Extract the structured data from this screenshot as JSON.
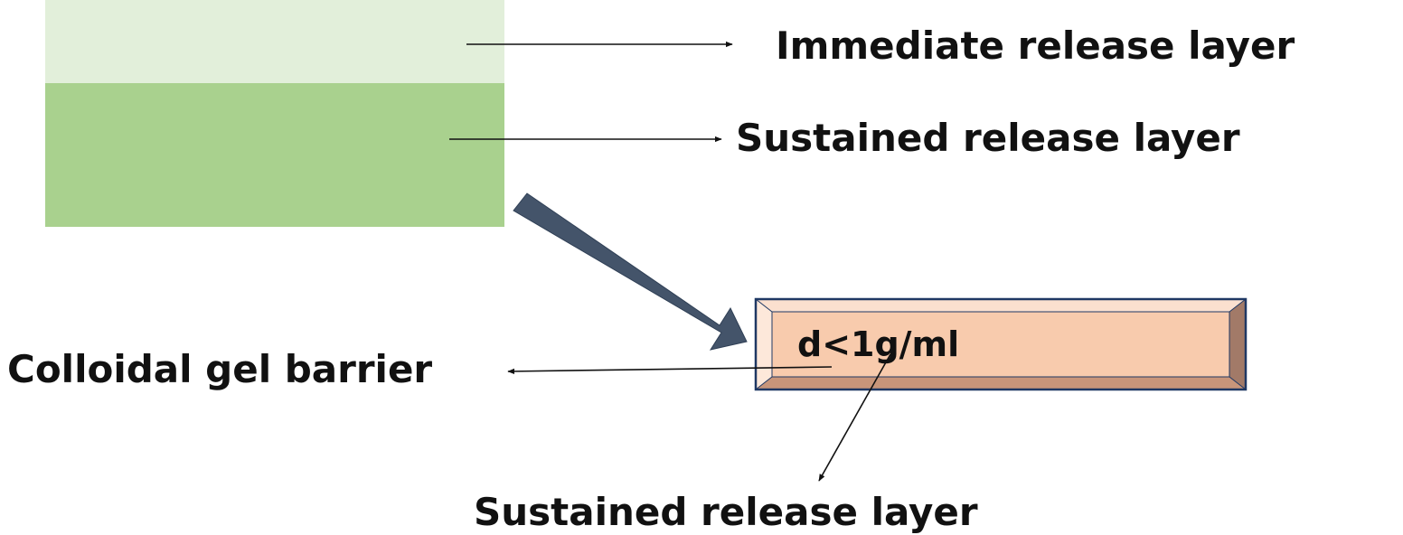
{
  "diagram": {
    "labels": {
      "immediate_release": "Immediate release layer",
      "sustained_release_top": "Sustained release layer",
      "colloidal_gel_barrier": "Colloidal gel barrier",
      "sustained_release_bottom": "Sustained release layer",
      "density": "d<1g/ml"
    },
    "colors": {
      "immediate_layer": "#e2efda",
      "sustained_layer": "#a9d18e",
      "transition_arrow": "#44546a",
      "bevel_face": "#f8cbad",
      "bevel_border": "#1f3864"
    }
  }
}
